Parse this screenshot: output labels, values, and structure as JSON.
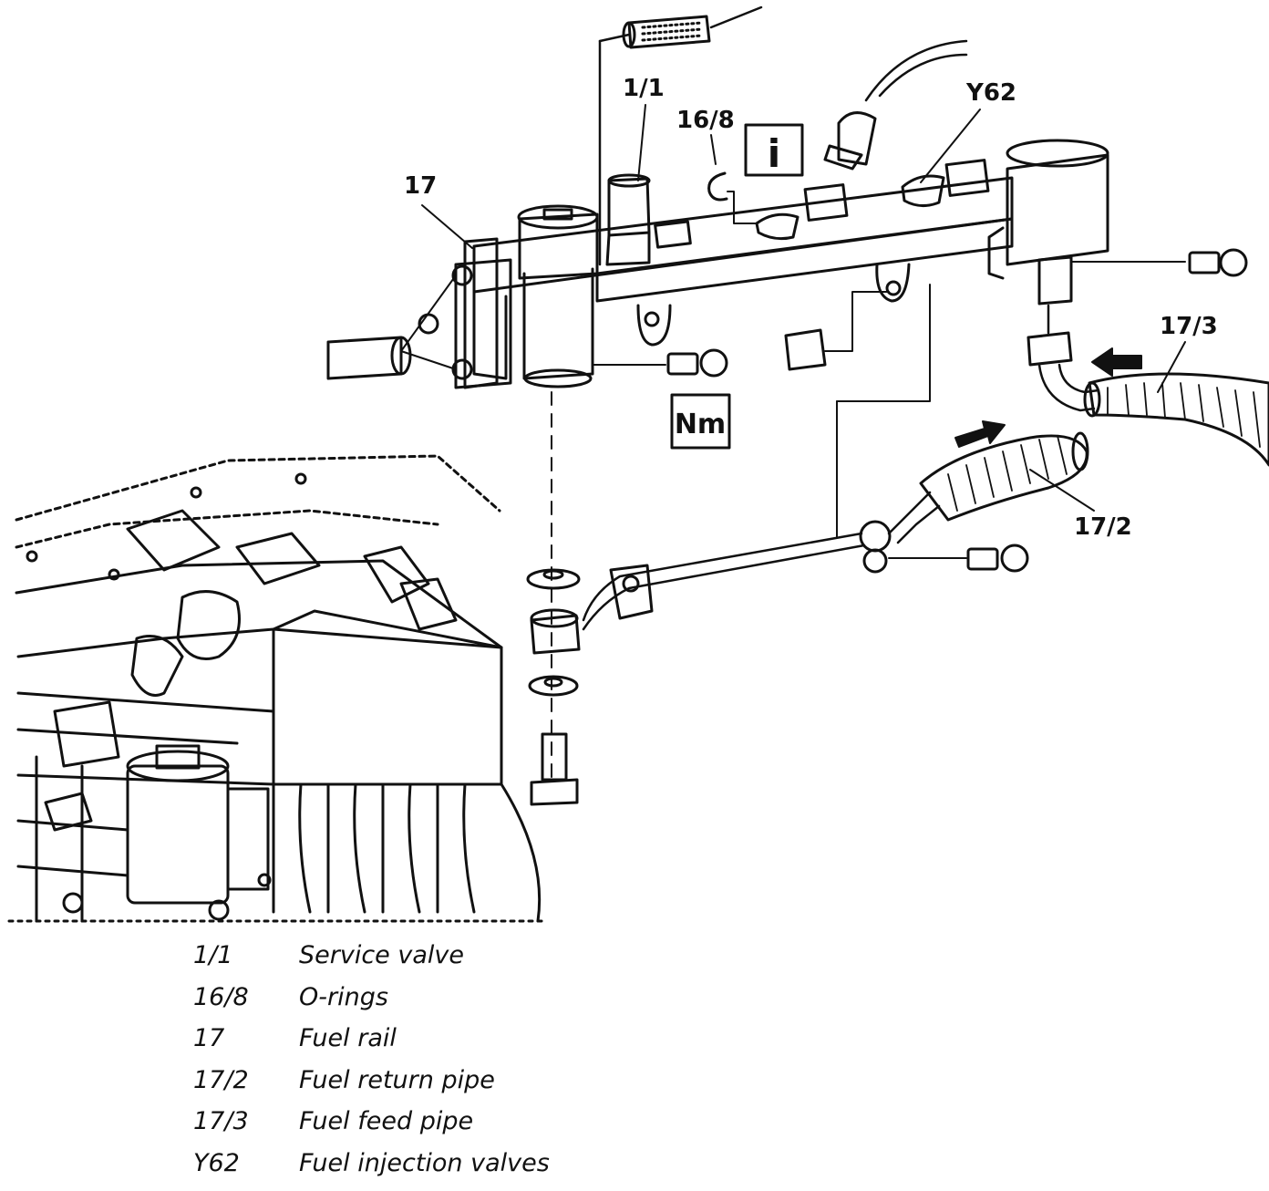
{
  "callouts": {
    "service_valve": "1/1",
    "o_rings": "16/8",
    "injection_valves": "Y62",
    "fuel_rail": "17",
    "fuel_feed_pipe": "17/3",
    "fuel_return_pipe": "17/2",
    "info_symbol": "i",
    "torque_symbol": "Nm"
  },
  "legend": [
    {
      "code": "1/1",
      "description": "Service valve"
    },
    {
      "code": "16/8",
      "description": "O-rings"
    },
    {
      "code": "17",
      "description": "Fuel rail"
    },
    {
      "code": "17/2",
      "description": "Fuel return pipe"
    },
    {
      "code": "17/3",
      "description": "Fuel feed pipe"
    },
    {
      "code": "Y62",
      "description": "Fuel injection valves"
    }
  ]
}
